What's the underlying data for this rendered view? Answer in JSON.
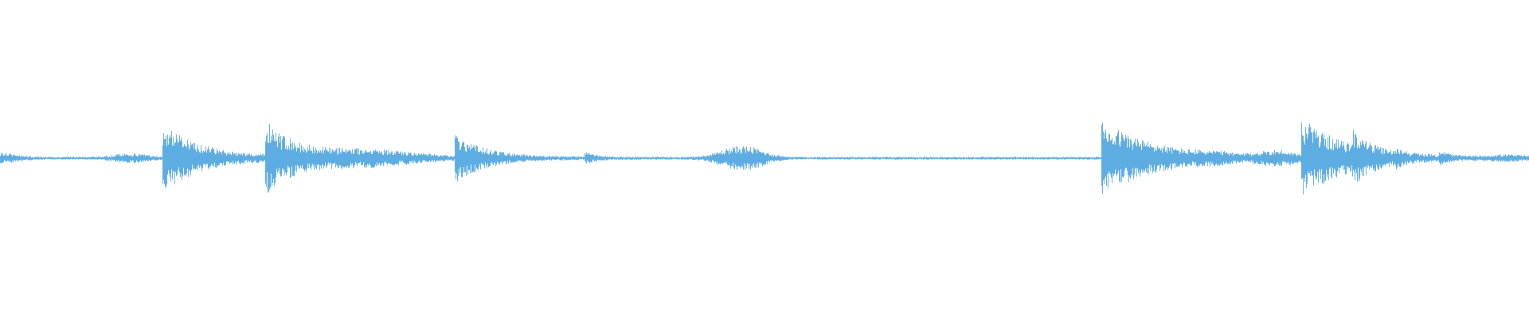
{
  "waveform": {
    "color": "#5dade2",
    "background": "#ffffff",
    "baseline_amplitude": 0.02,
    "events": [
      {
        "t": 0.0,
        "amp": 0.06,
        "decay": 0.01,
        "kind": "burst"
      },
      {
        "t": 0.085,
        "amp": 0.05,
        "decay": 0.01,
        "kind": "burst"
      },
      {
        "t": 0.108,
        "amp": 0.45,
        "decay": 0.025,
        "kind": "transient"
      },
      {
        "t": 0.175,
        "amp": 0.45,
        "decay": 0.02,
        "kind": "transient"
      },
      {
        "t": 0.24,
        "amp": 0.1,
        "decay": 0.03,
        "kind": "burst"
      },
      {
        "t": 0.299,
        "amp": 0.3,
        "decay": 0.02,
        "kind": "transient"
      },
      {
        "t": 0.384,
        "amp": 0.06,
        "decay": 0.006,
        "kind": "transient"
      },
      {
        "t": 0.478,
        "amp": 0.1,
        "decay": 0.01,
        "kind": "burst"
      },
      {
        "t": 0.492,
        "amp": 0.1,
        "decay": 0.01,
        "kind": "burst"
      },
      {
        "t": 0.722,
        "amp": 0.5,
        "decay": 0.035,
        "kind": "transient"
      },
      {
        "t": 0.795,
        "amp": 0.03,
        "decay": 0.01,
        "kind": "burst"
      },
      {
        "t": 0.835,
        "amp": 0.08,
        "decay": 0.01,
        "kind": "burst"
      },
      {
        "t": 0.853,
        "amp": 0.5,
        "decay": 0.03,
        "kind": "transient"
      },
      {
        "t": 0.886,
        "amp": 0.22,
        "decay": 0.01,
        "kind": "transient"
      },
      {
        "t": 0.915,
        "amp": 0.06,
        "decay": 0.005,
        "kind": "transient"
      },
      {
        "t": 0.943,
        "amp": 0.06,
        "decay": 0.005,
        "kind": "transient"
      },
      {
        "t": 0.985,
        "amp": 0.03,
        "decay": 0.01,
        "kind": "burst"
      }
    ]
  }
}
